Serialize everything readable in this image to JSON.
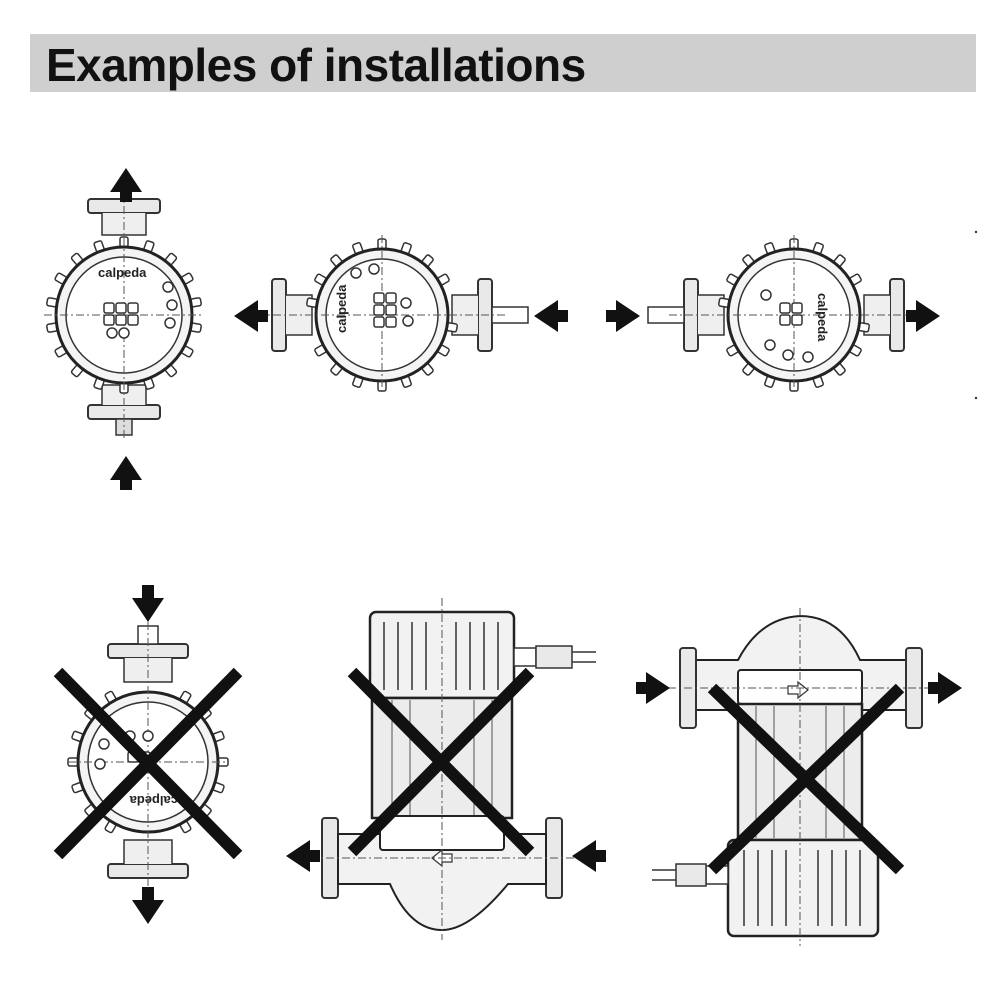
{
  "title": "Examples of installations",
  "brand_label": "calpeda",
  "colors": {
    "title_bar": "#cfcfcf",
    "ink": "#111111",
    "pump_fill": "#e9e9e9",
    "pump_stroke": "#333333"
  },
  "icons": [
    "arrow-up-icon",
    "arrow-left-icon",
    "arrow-right-icon",
    "arrow-down-icon",
    "cross-out-icon"
  ],
  "installations": [
    {
      "id": "1",
      "orientation": "vertical",
      "flow": "upward",
      "status": "correct"
    },
    {
      "id": "2",
      "orientation": "horizontal",
      "flow": "right-to-left",
      "status": "correct"
    },
    {
      "id": "3",
      "orientation": "horizontal",
      "flow": "left-to-right",
      "status": "correct"
    },
    {
      "id": "4",
      "orientation": "vertical, inverted",
      "flow": "downward",
      "status": "incorrect"
    },
    {
      "id": "5",
      "orientation": "motor up",
      "flow": "right-to-left",
      "status": "incorrect"
    },
    {
      "id": "6",
      "orientation": "motor down",
      "flow": "left-to-right",
      "status": "incorrect"
    }
  ]
}
